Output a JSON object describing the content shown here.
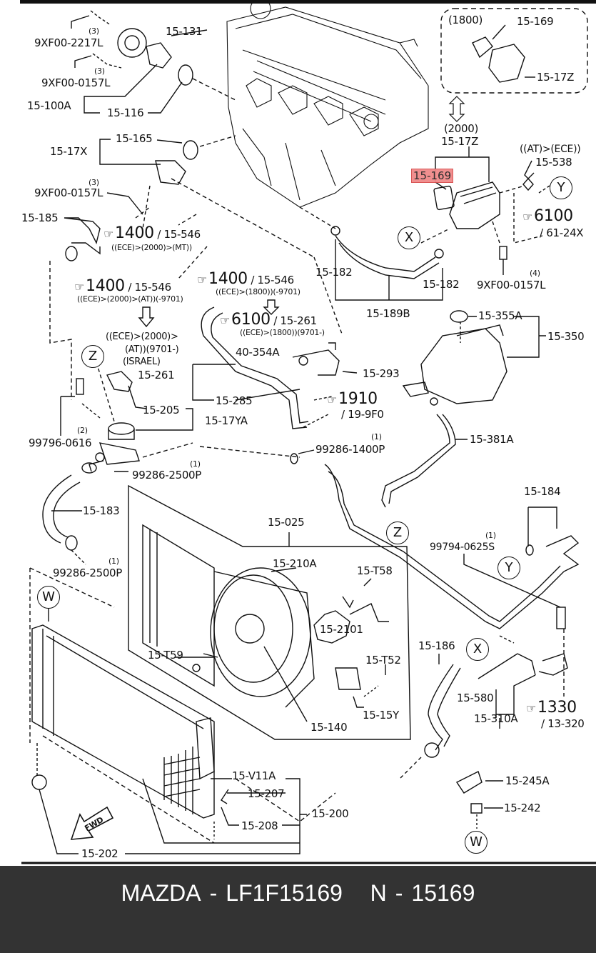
{
  "banner": {
    "brand": "MAZDA",
    "separator": "-",
    "part_number": "LF1F15169",
    "ref_prefix": "N",
    "ref_number": "15169",
    "background": "#333333",
    "text_color": "#ffffff"
  },
  "highlight": {
    "label": "15-169",
    "color": "#f08a8a"
  },
  "labels": {
    "qty_3a": "(3)",
    "bolt_2217": "9XF00-2217L",
    "qty_3b": "(3)",
    "bolt_0157_a": "9XF00-0157L",
    "p15_131": "15-131",
    "p15_100A": "15-100A",
    "p15_116": "15-116",
    "p15_165": "15-165",
    "p15_17X": "15-17X",
    "qty_3c": "(3)",
    "bolt_0157_b": "9XF00-0157L",
    "p15_185": "15-185",
    "ref1400_a": "1400",
    "ref1400_a_sub": "/ 15-546",
    "ref1400_a_cond": "((ECE)>(2000)>(MT))",
    "ref1400_b": "1400",
    "ref1400_b_sub": "/ 15-546",
    "ref1400_b_cond": "((ECE)>(2000)>(AT))(-9701)",
    "ref1400_c": "1400",
    "ref1400_c_sub": "/ 15-546",
    "ref1400_c_cond": "((ECE)>(1800))(-9701)",
    "ref6100_a": "6100",
    "ref6100_a_sub": "/ 15-261",
    "ref6100_a_cond": "((ECE)>(1800))(9701-)",
    "israel_line1": "((ECE)>(2000)>",
    "israel_line2": "(AT))(9701-)",
    "israel_line3": "(ISRAEL)",
    "p15_261": "15-261",
    "p40_354A": "40-354A",
    "p15_293": "15-293",
    "p15_285": "15-285",
    "ref1910": "1910",
    "ref1910_sub": "/ 19-9F0",
    "p15_205": "15-205",
    "p15_17YA": "15-17YA",
    "bolt_99796": "99796-0616",
    "qty_2": "(2)",
    "qty_1a": "(1)",
    "clamp_1400P": "99286-1400P",
    "qty_1b": "(1)",
    "clamp_2500P_a": "99286-2500P",
    "p15_183": "15-183",
    "qty_1c": "(1)",
    "clamp_2500P_b": "99286-2500P",
    "variant_1800": "(1800)",
    "p15_169_top": "15-169",
    "p15_17Z_top": "15-17Z",
    "variant_2000": "(2000)",
    "p15_17Z": "15-17Z",
    "at_ece": "((AT)>(ECE))",
    "p15_538": "15-538",
    "ref6100_b": "6100",
    "ref6100_b_sub": "/ 61-24X",
    "p15_182_a": "15-182",
    "p15_182_b": "15-182",
    "p15_189B": "15-189B",
    "qty_4": "(4)",
    "bolt_0157_c": "9XF00-0157L",
    "p15_355A": "15-355A",
    "p15_350": "15-350",
    "p15_381A": "15-381A",
    "p15_025": "15-025",
    "p15_210A": "15-210A",
    "p15_T58": "15-T58",
    "p15_2101": "15-2101",
    "p15_T59": "15-T59",
    "p15_T52": "15-T52",
    "p15_15Y": "15-15Y",
    "p15_140": "15-140",
    "p15_184": "15-184",
    "qty_1d": "(1)",
    "bolt_99794": "99794-0625S",
    "p15_186": "15-186",
    "p15_580": "15-580",
    "p15_310A": "15-310A",
    "ref1330": "1330",
    "ref1330_sub": "/ 13-320",
    "p15_245A": "15-245A",
    "p15_242": "15-242",
    "p15_V11A": "15-V11A",
    "p15_207": "15-207",
    "p15_208": "15-208",
    "p15_200": "15-200",
    "p15_202": "15-202",
    "fwd": "FWD"
  },
  "callouts": {
    "x_top": "X",
    "y_top": "Y",
    "z_left": "Z",
    "z_mid": "Z",
    "y_mid": "Y",
    "x_low": "X",
    "w_left": "W",
    "w_right": "W"
  },
  "icons": {
    "pointing_hand": "pointing-hand-icon",
    "hatched_arrow": "hatched-arrow-icon",
    "fwd_arrow": "fwd-arrow-icon"
  }
}
